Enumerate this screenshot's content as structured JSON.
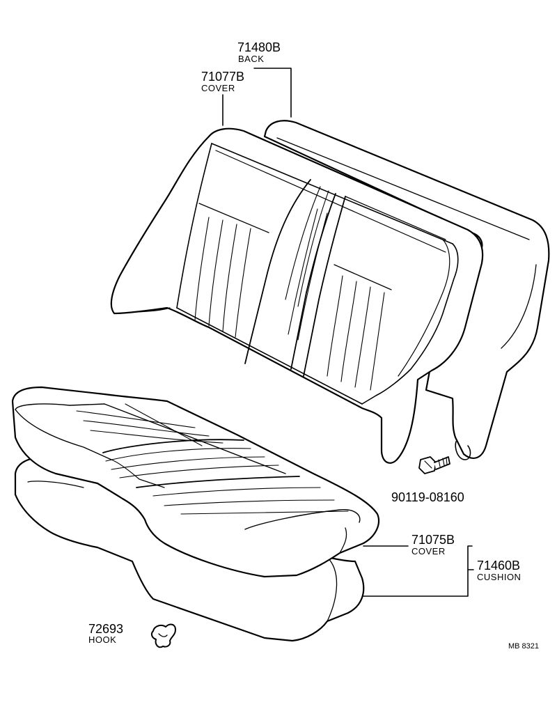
{
  "parts": {
    "back": {
      "number": "71480B",
      "name": "BACK"
    },
    "back_cover": {
      "number": "71077B",
      "name": "COVER"
    },
    "bolt": {
      "number": "90119-08160"
    },
    "cushion_cover": {
      "number": "71075B",
      "name": "COVER"
    },
    "cushion": {
      "number": "71460B",
      "name": "CUSHION"
    },
    "hook": {
      "number": "72693",
      "name": "HOOK"
    }
  },
  "figure_ref": "MB 8321",
  "colors": {
    "line": "#000000",
    "background": "#ffffff"
  }
}
